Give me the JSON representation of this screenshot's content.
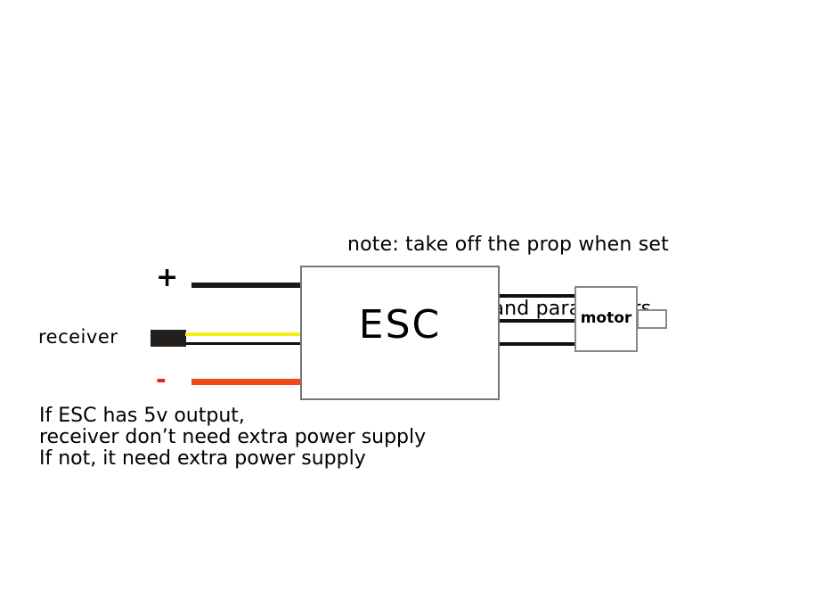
{
  "diagram": {
    "title": "ESC wiring diagram",
    "note": {
      "lines": [
        "note: take off the prop when set",
        "throttle range and parameters."
      ]
    },
    "esc": {
      "label": "ESC"
    },
    "receiver": {
      "label": "receiver",
      "plus_label": "+",
      "minus_label": "-"
    },
    "motor": {
      "label": "motor",
      "phase_wire_count": 3
    },
    "wires": [
      {
        "name": "battery-positive",
        "color": "#1a1a1a"
      },
      {
        "name": "signal",
        "color": "#f5f01a"
      },
      {
        "name": "signal-ground",
        "color": "#111111"
      },
      {
        "name": "battery-negative",
        "color": "#f04a14"
      }
    ],
    "power_note": {
      "lines": [
        "If ESC has 5v output,",
        "receiver don’t need extra power supply",
        "If not, it need extra power supply"
      ]
    },
    "colors": {
      "minus_sign": "#e8201a",
      "box_border": "#777777",
      "plug": "#231f1c"
    }
  }
}
